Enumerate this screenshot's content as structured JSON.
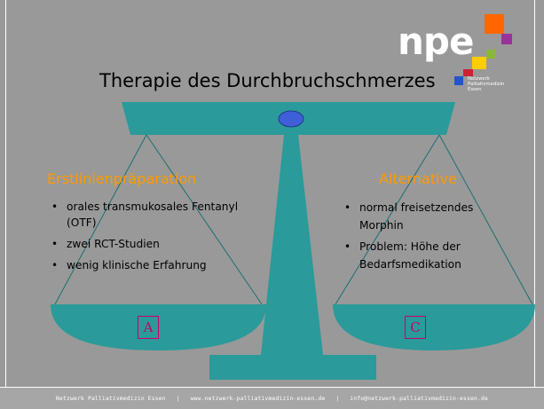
{
  "slide": {
    "title": "Therapie des Durchbruchschmerzes",
    "logo": {
      "text": "npe",
      "subtitle_lines": [
        "Netzwerk",
        "Palliativmedizin",
        "Essen"
      ]
    },
    "left": {
      "heading": "Erstlinienpräparation",
      "bullets": [
        "orales transmukosales Fentanyl (OTF)",
        "zwei RCT-Studien",
        "wenig klinische Erfahrung"
      ],
      "pan_label": "A"
    },
    "right": {
      "heading": "Alternative",
      "bullets": [
        "normal freisetzendes Morphin",
        "Problem: Höhe der Bedarfsmedikation"
      ],
      "pan_label": "C"
    },
    "footer": "Netzwerk Palliativmedizin Essen   |   www.netzwerk-palliativmedizin-essen.de   |   info@netzwerk-palliativmedizin-essen.de"
  },
  "colors": {
    "background": "#999999",
    "scale_teal": "#2a9a9a",
    "heading_orange": "#ff9900",
    "pan_label_pink": "#cc0066",
    "pivot_blue": "#3f5fd6"
  }
}
